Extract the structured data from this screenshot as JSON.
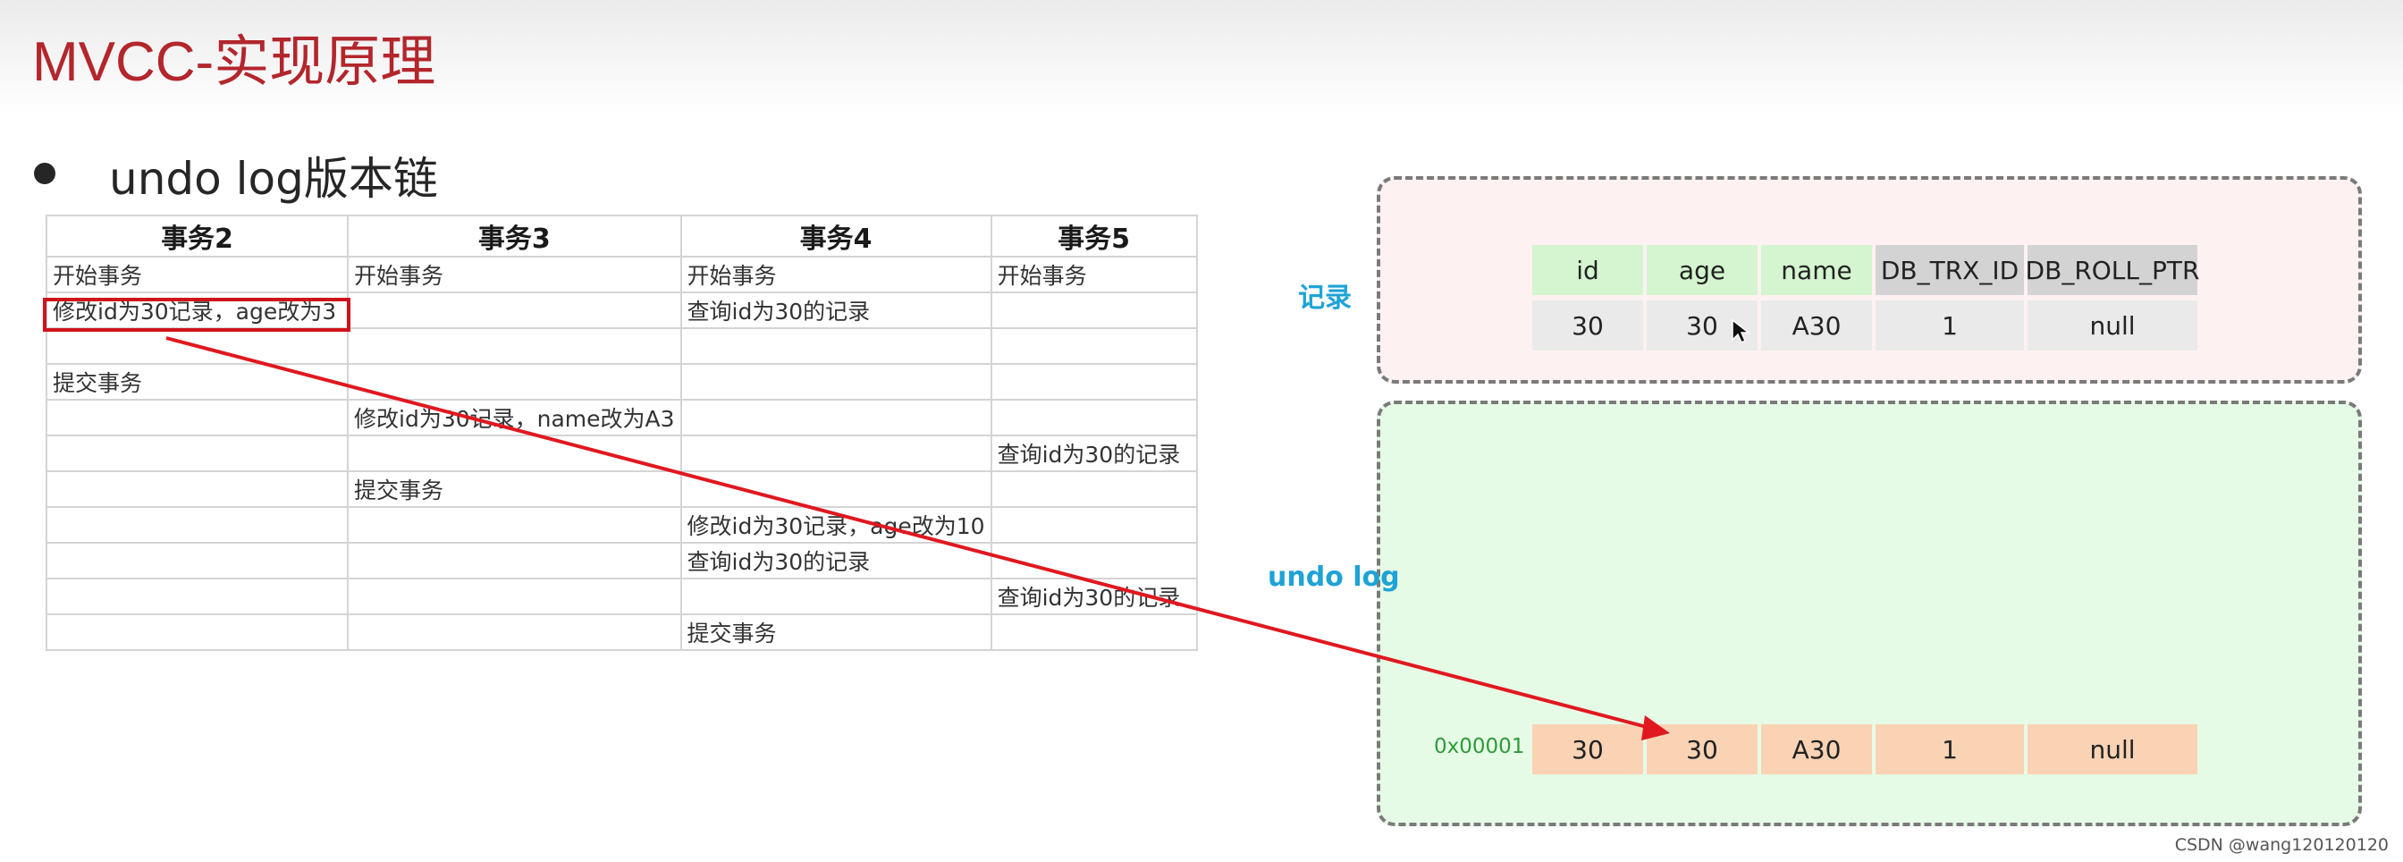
{
  "slide": {
    "title": "MVCC-实现原理",
    "bullet": "undo log版本链",
    "watermark": "CSDN @wang120120120"
  },
  "transactions": {
    "headers": [
      "事务2",
      "事务3",
      "事务4",
      "事务5"
    ],
    "rows": [
      [
        "开始事务",
        "开始事务",
        "开始事务",
        "开始事务"
      ],
      [
        "修改id为30记录，age改为3",
        "",
        "查询id为30的记录",
        ""
      ],
      [
        "",
        "",
        "",
        ""
      ],
      [
        "提交事务",
        "",
        "",
        ""
      ],
      [
        "",
        "修改id为30记录，name改为A3",
        "",
        ""
      ],
      [
        "",
        "",
        "",
        "查询id为30的记录"
      ],
      [
        "",
        "提交事务",
        "",
        ""
      ],
      [
        "",
        "",
        "修改id为30记录，age改为10",
        ""
      ],
      [
        "",
        "",
        "查询id为30的记录",
        ""
      ],
      [
        "",
        "",
        "",
        "查询id为30的记录"
      ],
      [
        "",
        "",
        "提交事务",
        ""
      ]
    ],
    "highlighted_cell": "row 1, column 1"
  },
  "record": {
    "label": "记录",
    "columns": [
      "id",
      "age",
      "name",
      "DB_TRX_ID",
      "DB_ROLL_PTR"
    ],
    "values": [
      "30",
      "30",
      "A30",
      "1",
      "null"
    ]
  },
  "undo_log": {
    "label": "undo log",
    "entries": [
      {
        "address": "0x00001",
        "values": [
          "30",
          "30",
          "A30",
          "1",
          "null"
        ]
      }
    ]
  },
  "colors": {
    "title": "#b3262c",
    "highlight_box": "#d0121b",
    "arrow": "#e0181f",
    "label_blue": "#1ea3d6",
    "address_green": "#2f9a3a",
    "record_bg": "#fdf2f1",
    "undo_bg": "#e6fbe6",
    "header_green": "#d4f5cf",
    "header_gray": "#d3d3d3",
    "peach": "#f9d3b4"
  },
  "icons": [
    "mouse-pointer-icon",
    "arrow-icon"
  ]
}
